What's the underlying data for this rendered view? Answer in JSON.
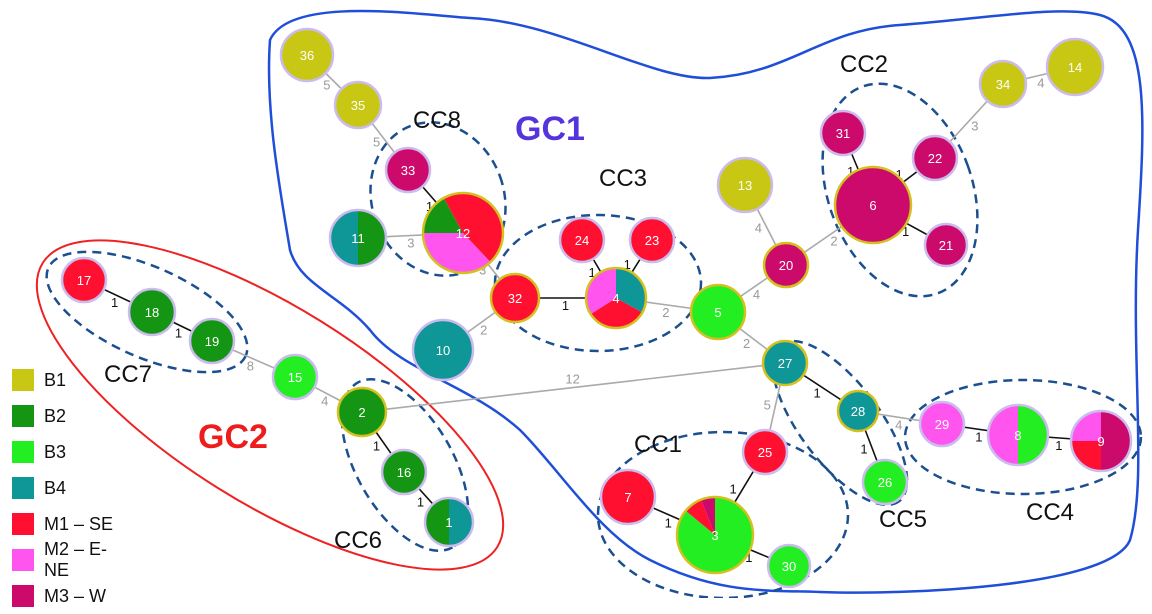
{
  "groups": [
    {
      "id": "GC1",
      "label": "GC1",
      "color": "#5533dd",
      "border": "#1f4fd8"
    },
    {
      "id": "GC2",
      "label": "GC2",
      "color": "#ee1c1c",
      "border": "#ee2222"
    }
  ],
  "clonal_complexes": [
    {
      "id": "CC1",
      "label": "CC1"
    },
    {
      "id": "CC2",
      "label": "CC2"
    },
    {
      "id": "CC3",
      "label": "CC3"
    },
    {
      "id": "CC4",
      "label": "CC4"
    },
    {
      "id": "CC5",
      "label": "CC5"
    },
    {
      "id": "CC6",
      "label": "CC6"
    },
    {
      "id": "CC7",
      "label": "CC7"
    },
    {
      "id": "CC8",
      "label": "CC8"
    }
  ],
  "legend": [
    {
      "key": "B1",
      "label": "B1",
      "color": "#c8c814"
    },
    {
      "key": "B2",
      "label": "B2",
      "color": "#149614"
    },
    {
      "key": "B3",
      "label": "B3",
      "color": "#22ee22"
    },
    {
      "key": "B4",
      "label": "B4",
      "color": "#0f9696"
    },
    {
      "key": "M1",
      "label": "M1 – SE",
      "color": "#ff1030"
    },
    {
      "key": "M2",
      "label": "M2 – E-NE",
      "color": "#ff55ee"
    },
    {
      "key": "M3",
      "label": "M3 – W",
      "color": "#cc0a6c"
    }
  ],
  "nodes": [
    {
      "id": "1",
      "label": "1",
      "fill": [
        [
          "B4",
          0.5
        ],
        [
          "B2",
          0.5
        ]
      ],
      "outline": "#ccbbee"
    },
    {
      "id": "2",
      "label": "2",
      "fill": [
        [
          "B2",
          1
        ]
      ],
      "outline": "#d4c020"
    },
    {
      "id": "3",
      "label": "3",
      "fill": [
        [
          "B3",
          0.86
        ],
        [
          "M1",
          0.08
        ],
        [
          "M3",
          0.06
        ]
      ],
      "outline": "#d4c020"
    },
    {
      "id": "4",
      "label": "4",
      "fill": [
        [
          "B4",
          0.33
        ],
        [
          "M1",
          0.33
        ],
        [
          "M2",
          0.34
        ]
      ],
      "outline": "#d4c020"
    },
    {
      "id": "5",
      "label": "5",
      "fill": [
        [
          "B3",
          1
        ]
      ],
      "outline": "#d4c020"
    },
    {
      "id": "6",
      "label": "6",
      "fill": [
        [
          "M3",
          1
        ]
      ],
      "outline": "#d4c020"
    },
    {
      "id": "7",
      "label": "7",
      "fill": [
        [
          "M1",
          1
        ]
      ],
      "outline": "#ccbbee"
    },
    {
      "id": "8",
      "label": "8",
      "fill": [
        [
          "B3",
          0.5
        ],
        [
          "M2",
          0.5
        ]
      ],
      "outline": "#ccbbee"
    },
    {
      "id": "9",
      "label": "9",
      "fill": [
        [
          "M3",
          0.5
        ],
        [
          "M1",
          0.25
        ],
        [
          "M2",
          0.25
        ]
      ],
      "outline": "#ccbbee"
    },
    {
      "id": "10",
      "label": "10",
      "fill": [
        [
          "B4",
          1
        ]
      ],
      "outline": "#ccbbee"
    },
    {
      "id": "11",
      "label": "11",
      "fill": [
        [
          "B2",
          0.5
        ],
        [
          "B4",
          0.5
        ]
      ],
      "outline": "#ccbbee"
    },
    {
      "id": "12",
      "label": "12",
      "fill": [
        [
          "M1",
          0.38
        ],
        [
          "M2",
          0.37
        ],
        [
          "B2",
          0.17
        ],
        [
          "M1b",
          0.08
        ]
      ],
      "outline": "#d4c020"
    },
    {
      "id": "13",
      "label": "13",
      "fill": [
        [
          "B1",
          1
        ]
      ],
      "outline": "#ccbbee"
    },
    {
      "id": "14",
      "label": "14",
      "fill": [
        [
          "B1",
          1
        ]
      ],
      "outline": "#ccbbee"
    },
    {
      "id": "15",
      "label": "15",
      "fill": [
        [
          "B3",
          1
        ]
      ],
      "outline": "#ccbbee"
    },
    {
      "id": "16",
      "label": "16",
      "fill": [
        [
          "B2",
          1
        ]
      ],
      "outline": "#ccbbee"
    },
    {
      "id": "17",
      "label": "17",
      "fill": [
        [
          "M1",
          1
        ]
      ],
      "outline": "#ccbbee"
    },
    {
      "id": "18",
      "label": "18",
      "fill": [
        [
          "B2",
          1
        ]
      ],
      "outline": "#ccbbee"
    },
    {
      "id": "19",
      "label": "19",
      "fill": [
        [
          "B2",
          1
        ]
      ],
      "outline": "#ccbbee"
    },
    {
      "id": "20",
      "label": "20",
      "fill": [
        [
          "M3",
          1
        ]
      ],
      "outline": "#d4c020"
    },
    {
      "id": "21",
      "label": "21",
      "fill": [
        [
          "M3",
          1
        ]
      ],
      "outline": "#ccbbee"
    },
    {
      "id": "22",
      "label": "22",
      "fill": [
        [
          "M3",
          1
        ]
      ],
      "outline": "#ccbbee"
    },
    {
      "id": "23",
      "label": "23",
      "fill": [
        [
          "M1",
          1
        ]
      ],
      "outline": "#ccbbee"
    },
    {
      "id": "24",
      "label": "24",
      "fill": [
        [
          "M1",
          1
        ]
      ],
      "outline": "#ccbbee"
    },
    {
      "id": "25",
      "label": "25",
      "fill": [
        [
          "M1",
          1
        ]
      ],
      "outline": "#ccbbee"
    },
    {
      "id": "26",
      "label": "26",
      "fill": [
        [
          "B3",
          1
        ]
      ],
      "outline": "#ccbbee"
    },
    {
      "id": "27",
      "label": "27",
      "fill": [
        [
          "B4",
          1
        ]
      ],
      "outline": "#d4c020"
    },
    {
      "id": "28",
      "label": "28",
      "fill": [
        [
          "B4",
          1
        ]
      ],
      "outline": "#d4c020"
    },
    {
      "id": "29",
      "label": "29",
      "fill": [
        [
          "M2",
          1
        ]
      ],
      "outline": "#ccbbee"
    },
    {
      "id": "30",
      "label": "30",
      "fill": [
        [
          "B3",
          1
        ]
      ],
      "outline": "#ccbbee"
    },
    {
      "id": "31",
      "label": "31",
      "fill": [
        [
          "M3",
          1
        ]
      ],
      "outline": "#ccbbee"
    },
    {
      "id": "32",
      "label": "32",
      "fill": [
        [
          "M1",
          1
        ]
      ],
      "outline": "#d4c020"
    },
    {
      "id": "33",
      "label": "33",
      "fill": [
        [
          "M3",
          1
        ]
      ],
      "outline": "#ccbbee"
    },
    {
      "id": "34",
      "label": "34",
      "fill": [
        [
          "B1",
          1
        ]
      ],
      "outline": "#ccbbee"
    },
    {
      "id": "35",
      "label": "35",
      "fill": [
        [
          "B1",
          1
        ]
      ],
      "outline": "#ccbbee"
    },
    {
      "id": "36",
      "label": "36",
      "fill": [
        [
          "B1",
          1
        ]
      ],
      "outline": "#ccbbee"
    }
  ],
  "edges": [
    {
      "from": "36",
      "to": "35",
      "label": "5",
      "strong": false
    },
    {
      "from": "35",
      "to": "33",
      "label": "5",
      "strong": false
    },
    {
      "from": "33",
      "to": "12",
      "label": "1",
      "strong": true
    },
    {
      "from": "11",
      "to": "12",
      "label": "3",
      "strong": false
    },
    {
      "from": "12",
      "to": "32",
      "label": "3",
      "strong": false
    },
    {
      "from": "10",
      "to": "32",
      "label": "2",
      "strong": false
    },
    {
      "from": "32",
      "to": "4",
      "label": "1",
      "strong": true
    },
    {
      "from": "24",
      "to": "4",
      "label": "1",
      "strong": true
    },
    {
      "from": "23",
      "to": "4",
      "label": "1",
      "strong": true
    },
    {
      "from": "4",
      "to": "5",
      "label": "2",
      "strong": false
    },
    {
      "from": "5",
      "to": "20",
      "label": "4",
      "strong": false
    },
    {
      "from": "13",
      "to": "20",
      "label": "4",
      "strong": false
    },
    {
      "from": "20",
      "to": "6",
      "label": "2",
      "strong": false
    },
    {
      "from": "31",
      "to": "6",
      "label": "1",
      "strong": true
    },
    {
      "from": "22",
      "to": "6",
      "label": "1",
      "strong": true
    },
    {
      "from": "6",
      "to": "21",
      "label": "1",
      "strong": true
    },
    {
      "from": "22",
      "to": "34",
      "label": "3",
      "strong": false
    },
    {
      "from": "34",
      "to": "14",
      "label": "4",
      "strong": false
    },
    {
      "from": "5",
      "to": "27",
      "label": "2",
      "strong": false
    },
    {
      "from": "27",
      "to": "28",
      "label": "1",
      "strong": true
    },
    {
      "from": "28",
      "to": "26",
      "label": "1",
      "strong": true
    },
    {
      "from": "27",
      "to": "25",
      "label": "5",
      "strong": false
    },
    {
      "from": "25",
      "to": "3",
      "label": "1",
      "strong": true
    },
    {
      "from": "7",
      "to": "3",
      "label": "1",
      "strong": true
    },
    {
      "from": "3",
      "to": "30",
      "label": "1",
      "strong": true
    },
    {
      "from": "28",
      "to": "29",
      "label": "4",
      "strong": false
    },
    {
      "from": "29",
      "to": "8",
      "label": "1",
      "strong": true
    },
    {
      "from": "8",
      "to": "9",
      "label": "1",
      "strong": true
    },
    {
      "from": "17",
      "to": "18",
      "label": "1",
      "strong": true
    },
    {
      "from": "18",
      "to": "19",
      "label": "1",
      "strong": true
    },
    {
      "from": "19",
      "to": "15",
      "label": "8",
      "strong": false
    },
    {
      "from": "15",
      "to": "2",
      "label": "4",
      "strong": false
    },
    {
      "from": "27",
      "to": "2",
      "label": "12",
      "strong": false
    },
    {
      "from": "2",
      "to": "16",
      "label": "1",
      "strong": true
    },
    {
      "from": "16",
      "to": "1",
      "label": "1",
      "strong": true
    }
  ]
}
